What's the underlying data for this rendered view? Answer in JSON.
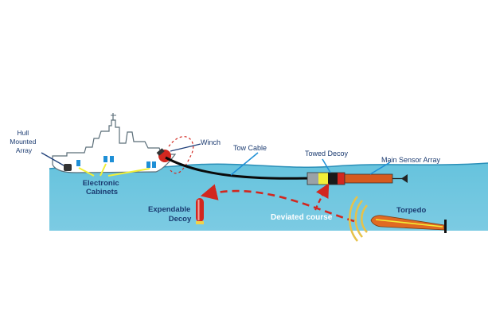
{
  "labels": {
    "hull_mounted_array": [
      "Hull",
      "Mounted",
      "Array"
    ],
    "electronic_cabinets": [
      "Electronic",
      "Cabinets"
    ],
    "winch": "Winch",
    "tow_cable": "Tow Cable",
    "towed_decoy": "Towed Decoy",
    "main_sensor_array": "Main Sensor Array",
    "expendable_decoy": [
      "Expendable",
      "Decoy"
    ],
    "deviated_course": "Deviated course",
    "torpedo": "Torpedo"
  },
  "colors": {
    "sea_top": "#66c3dd",
    "sea_bottom": "#7ccbe3",
    "surface_line": "#2a8fb8",
    "ship_fill": "#ffffff",
    "ship_outline": "#5a6d78",
    "callout_dark": "#1f3f79",
    "callout_yellow": "#f2ef38",
    "callout_blue": "#1e8fd6",
    "label_text": "#1a3a70",
    "accent_red": "#d2271f",
    "cable": "#0a0a0a",
    "sensor_array": "#d55a1e",
    "torpedo": "#e06a22",
    "sonar_waves": "#e7c24a"
  }
}
